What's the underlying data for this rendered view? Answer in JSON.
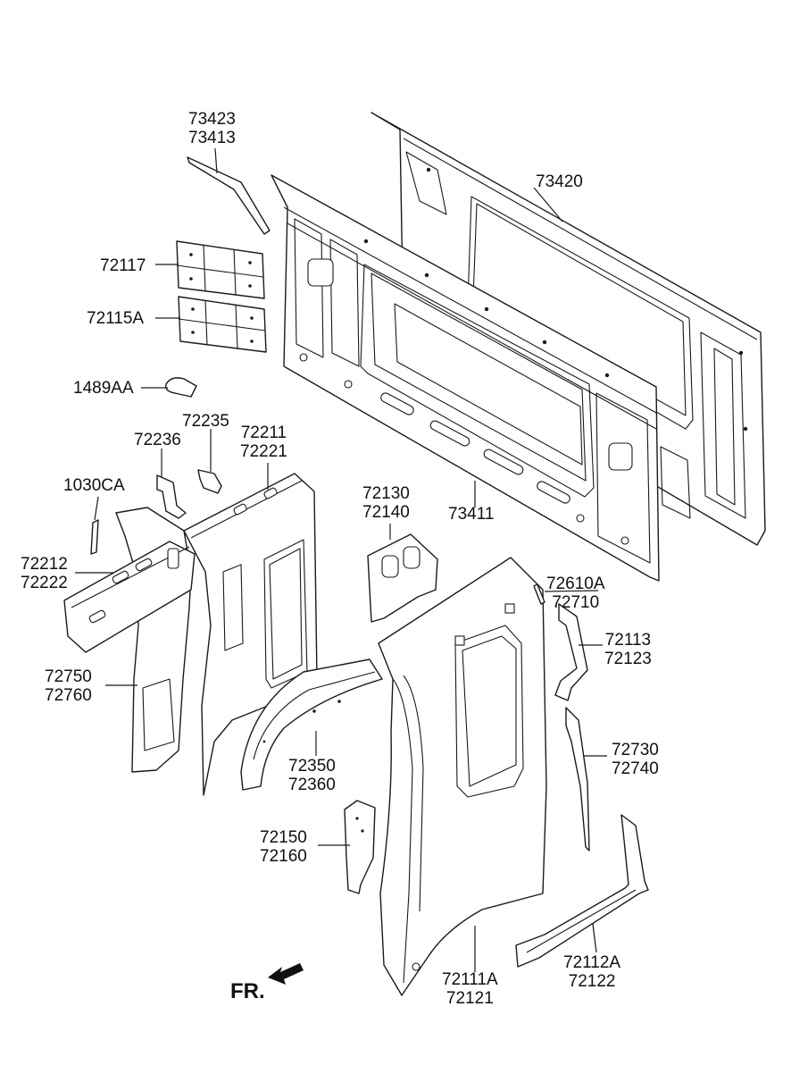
{
  "callouts": [
    {
      "id": "73423-73413",
      "lines": [
        "73423",
        "73413"
      ]
    },
    {
      "id": "73420",
      "lines": [
        "73420"
      ]
    },
    {
      "id": "72117",
      "lines": [
        "72117"
      ]
    },
    {
      "id": "72115A",
      "lines": [
        "72115A"
      ]
    },
    {
      "id": "1489AA",
      "lines": [
        "1489AA"
      ]
    },
    {
      "id": "72235",
      "lines": [
        "72235"
      ]
    },
    {
      "id": "72236",
      "lines": [
        "72236"
      ]
    },
    {
      "id": "72211-72221",
      "lines": [
        "72211",
        "72221"
      ]
    },
    {
      "id": "1030CA",
      "lines": [
        "1030CA"
      ]
    },
    {
      "id": "72130-72140",
      "lines": [
        "72130",
        "72140"
      ]
    },
    {
      "id": "73411",
      "lines": [
        "73411"
      ]
    },
    {
      "id": "72212-72222",
      "lines": [
        "72212",
        "72222"
      ]
    },
    {
      "id": "72610A-72710",
      "lines": [
        "72610A",
        "72710"
      ]
    },
    {
      "id": "72113-72123",
      "lines": [
        "72113",
        "72123"
      ]
    },
    {
      "id": "72750-72760",
      "lines": [
        "72750",
        "72760"
      ]
    },
    {
      "id": "72730-72740",
      "lines": [
        "72730",
        "72740"
      ]
    },
    {
      "id": "72350-72360",
      "lines": [
        "72350",
        "72360"
      ]
    },
    {
      "id": "72150-72160",
      "lines": [
        "72150",
        "72160"
      ]
    },
    {
      "id": "72112A-72122",
      "lines": [
        "72112A",
        "72122"
      ]
    },
    {
      "id": "72111A-72121",
      "lines": [
        "72111A",
        "72121"
      ]
    }
  ],
  "direction_marker": {
    "label": "FR.",
    "icon": "front-arrow-icon"
  }
}
